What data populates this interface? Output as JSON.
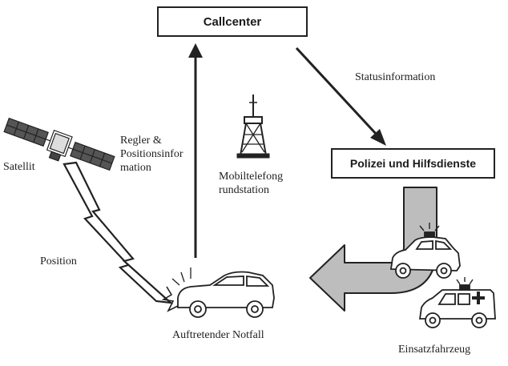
{
  "nodes": {
    "callcenter": "Callcenter",
    "police": "Polizei und Hilfsdienste",
    "satellite": "Satellit",
    "tower": "Mobiltelefong rundstation",
    "incident": "Auftretender Notfall",
    "vehicle": "Einsatzfahrzeug"
  },
  "edges": {
    "status": "Statusinformation",
    "regler": "Regler & Positionsinfor mation",
    "position": "Position"
  },
  "colors": {
    "line": "#222222",
    "big_arrow_fill": "#bdbdbd"
  },
  "icons": [
    "satellite-icon",
    "radio-tower-icon",
    "crashed-car-icon",
    "police-car-icon",
    "ambulance-icon"
  ]
}
